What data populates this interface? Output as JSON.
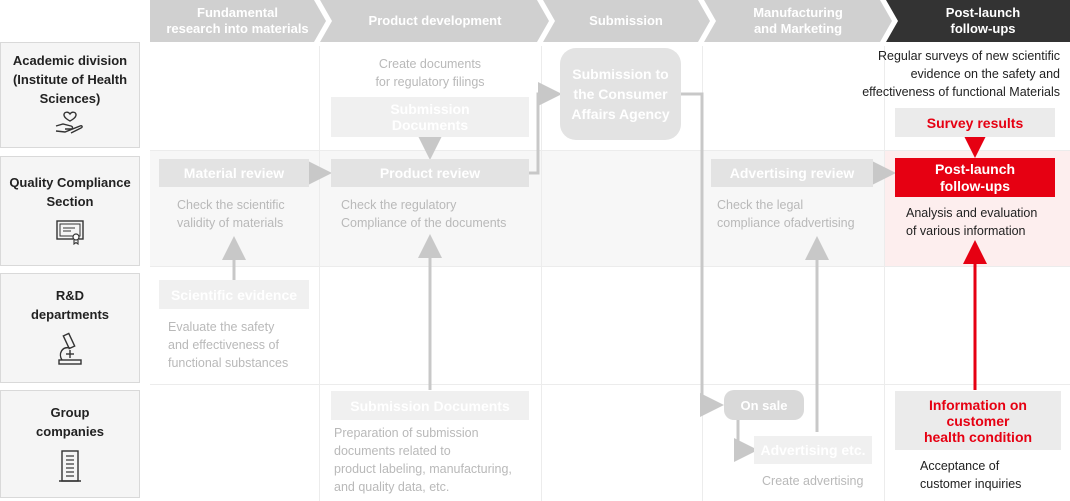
{
  "stages": [
    "Fundamental\nresearch into materials",
    "Product development",
    "Submission",
    "Manufacturing\nand Marketing",
    "Post-launch\nfollow-ups"
  ],
  "rows": [
    {
      "label": "Academic division\n(Institute of Health\nSciences)",
      "icon": "heart-hand-icon"
    },
    {
      "label": "Quality Compliance\nSection",
      "icon": "certificate-icon"
    },
    {
      "label": "R&D\ndepartments",
      "icon": "microscope-icon"
    },
    {
      "label": "Group\ncompanies",
      "icon": "building-icon"
    }
  ],
  "academic": {
    "create_docs_note": "Create documents\nfor regulatory filings",
    "submission_docs_box": "Submission\nDocuments",
    "submission_caa_box": "Submission to\nthe Consumer\nAffairs Agency",
    "regular_surveys_note": "Regular surveys of new scientific\nevidence on the safety and\neffectiveness of functional Materials",
    "survey_results_box": "Survey results"
  },
  "quality": {
    "material_review_box": "Material review",
    "material_review_note": "Check the scientific\nvalidity of materials",
    "product_review_box": "Product review",
    "product_review_note": "Check the regulatory\nCompliance of the documents",
    "advertising_review_box": "Advertising review",
    "advertising_review_note": "Check the legal\ncompliance ofadvertising",
    "post_launch_box": "Post-launch\nfollow-ups",
    "post_launch_note": "Analysis and evaluation\nof various information"
  },
  "rnd": {
    "scientific_evidence_box": "Scientific evidence",
    "scientific_evidence_note": "Evaluate the safety\nand effectiveness of\nfunctional substances"
  },
  "group": {
    "submission_docs_box": "Submission Documents",
    "submission_docs_note": "Preparation of submission\ndocuments related to\nproduct labeling, manufacturing,\nand quality data, etc.",
    "on_sale_box": "On sale",
    "advertising_box": "Advertising etc.",
    "advertising_note": "Create advertising",
    "customer_info_box": "Information on\ncustomer\nhealth condition",
    "customer_info_note": "Acceptance of\ncustomer inquiries"
  },
  "colors": {
    "stage_gray": "#d0d0d0",
    "stage_active": "#333333",
    "accent_red": "#e60012",
    "inactive_box": "#e3e3e3",
    "inactive_text": "#b9b9b9"
  }
}
